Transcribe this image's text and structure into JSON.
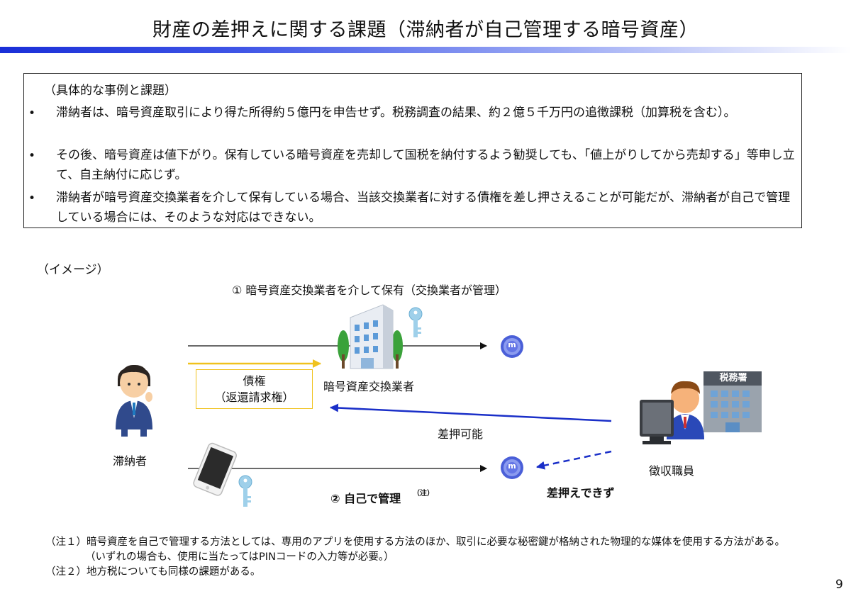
{
  "title": "財産の差押えに関する課題（滞納者が自己管理する暗号資産）",
  "case": {
    "heading": "（具体的な事例と課題）",
    "bullet_symbol": "•",
    "bullets": [
      "滞納者は、暗号資産取引により得た所得約５億円を申告せず。税務調査の結果、約２億５千万円の追徴課税（加算税を含む）。",
      "その後、暗号資産は値下がり。保有している暗号資産を売却して国税を納付するよう勧奨しても、「値上がりしてから売却する」等申し立て、自主納付に応じず。",
      "滞納者が暗号資産交換業者を介して保有している場合、当該交換業者に対する債権を差し押さえることが可能だが、滞納者が自己で管理している場合には、そのような対応はできない。"
    ]
  },
  "diagram": {
    "image_label": "（イメージ）",
    "route1_label": "① 暗号資産交換業者を介して保有（交換業者が管理）",
    "exchange_label": "暗号資産交換業者",
    "claim_line1": "債権",
    "claim_line2": "（返還請求権）",
    "delinquent_label": "滞納者",
    "seizable_label": "差押可能",
    "collector_label": "徴収職員",
    "tax_office_sign": "税務署",
    "route2_label": "② 自己で管理",
    "route2_note_mark": "（注）",
    "not_seizable_label": "差押えできず",
    "coin_mark": "m"
  },
  "notes": [
    "（注１）暗号資産を自己で管理する方法としては、専用のアプリを使用する方法のほか、取引に必要な秘密鍵が格納された物理的な媒体を使用する方法がある。",
    "（いずれの場合も、使用に当たってはPINコードの入力等が必要。）",
    "（注２）地方税についても同様の課題がある。"
  ],
  "page_number": "9",
  "colors": {
    "title_bar": "#1a2fd8",
    "arrow_blue": "#1a2fc8",
    "arrow_yellow": "#f0c21d",
    "coin": "#4a5fd8"
  }
}
